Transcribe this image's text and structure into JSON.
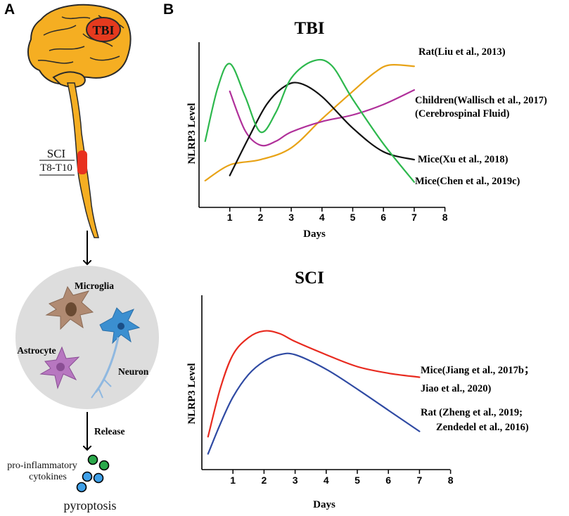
{
  "panels": {
    "a": "A",
    "b": "B"
  },
  "panel_a": {
    "brain_label": "TBI",
    "sci_label": "SCI",
    "sci_segment": "T8-T10",
    "cells": {
      "microglia": "Microglia",
      "astrocyte": "Astrocyte",
      "neuron": "Neuron"
    },
    "release": "Release",
    "cytokines_line1": "pro-inflammatory",
    "cytokines_line2": "cytokines",
    "pyroptosis": "pyroptosis"
  },
  "chart_data": [
    {
      "type": "line",
      "title": "TBI",
      "xlabel": "Days",
      "ylabel": "NLRP3  Level",
      "xlim": [
        0,
        8
      ],
      "xticks": [
        "1",
        "2",
        "3",
        "4",
        "5",
        "6",
        "7",
        "8"
      ],
      "yticks": [],
      "series": [
        {
          "name": "Rat(Liu et al., 2013)",
          "color": "#e8a317",
          "points": [
            [
              0.2,
              0.08
            ],
            [
              1,
              0.2
            ],
            [
              2,
              0.24
            ],
            [
              3,
              0.33
            ],
            [
              4,
              0.55
            ],
            [
              5,
              0.76
            ],
            [
              5.7,
              0.9
            ],
            [
              6.2,
              0.96
            ],
            [
              7,
              0.95
            ]
          ]
        },
        {
          "name": "Children(Wallisch et al., 2017)",
          "name_line2": "(Cerebrospinal Fluid)",
          "color": "#b0309a",
          "points": [
            [
              1,
              0.76
            ],
            [
              1.5,
              0.46
            ],
            [
              2,
              0.35
            ],
            [
              2.5,
              0.38
            ],
            [
              3,
              0.45
            ],
            [
              4,
              0.53
            ],
            [
              5,
              0.58
            ],
            [
              6,
              0.66
            ],
            [
              7,
              0.77
            ]
          ]
        },
        {
          "name": "Mice(Xu et al., 2018)",
          "color": "#111111",
          "points": [
            [
              1,
              0.12
            ],
            [
              1.6,
              0.4
            ],
            [
              2.2,
              0.66
            ],
            [
              2.8,
              0.8
            ],
            [
              3.3,
              0.82
            ],
            [
              4,
              0.72
            ],
            [
              5,
              0.48
            ],
            [
              6,
              0.3
            ],
            [
              7,
              0.24
            ]
          ]
        },
        {
          "name": "Mice(Chen et al., 2019c)",
          "color": "#2db84d",
          "points": [
            [
              0.2,
              0.38
            ],
            [
              0.6,
              0.78
            ],
            [
              1,
              0.97
            ],
            [
              1.5,
              0.72
            ],
            [
              2,
              0.45
            ],
            [
              2.5,
              0.6
            ],
            [
              3,
              0.86
            ],
            [
              3.7,
              0.99
            ],
            [
              4.3,
              0.96
            ],
            [
              5,
              0.7
            ],
            [
              6,
              0.36
            ],
            [
              7,
              0.07
            ]
          ]
        }
      ]
    },
    {
      "type": "line",
      "title": "SCI",
      "xlabel": "Days",
      "ylabel": "NLRP3  Level",
      "xlim": [
        0,
        8
      ],
      "xticks": [
        "1",
        "2",
        "3",
        "4",
        "5",
        "6",
        "7",
        "8"
      ],
      "yticks": [],
      "series": [
        {
          "name": "Mice(Jiang et al., 2017b；",
          "name_line2": "Jiao et al., 2020)",
          "color": "#e82a1f",
          "points": [
            [
              0.2,
              0.18
            ],
            [
              0.6,
              0.55
            ],
            [
              1,
              0.8
            ],
            [
              1.5,
              0.93
            ],
            [
              2,
              0.98
            ],
            [
              2.5,
              0.96
            ],
            [
              3,
              0.9
            ],
            [
              4,
              0.8
            ],
            [
              5,
              0.71
            ],
            [
              6,
              0.66
            ],
            [
              7,
              0.63
            ]
          ]
        },
        {
          "name": "Rat (Zheng et al., 2019;",
          "name_line2": "Zendedel et al., 2016)",
          "color": "#2f4aa3",
          "points": [
            [
              0.2,
              0.05
            ],
            [
              0.6,
              0.28
            ],
            [
              1,
              0.48
            ],
            [
              1.5,
              0.65
            ],
            [
              2,
              0.75
            ],
            [
              2.5,
              0.8
            ],
            [
              3,
              0.8
            ],
            [
              4,
              0.69
            ],
            [
              5,
              0.54
            ],
            [
              6,
              0.38
            ],
            [
              7,
              0.22
            ]
          ]
        }
      ]
    }
  ]
}
